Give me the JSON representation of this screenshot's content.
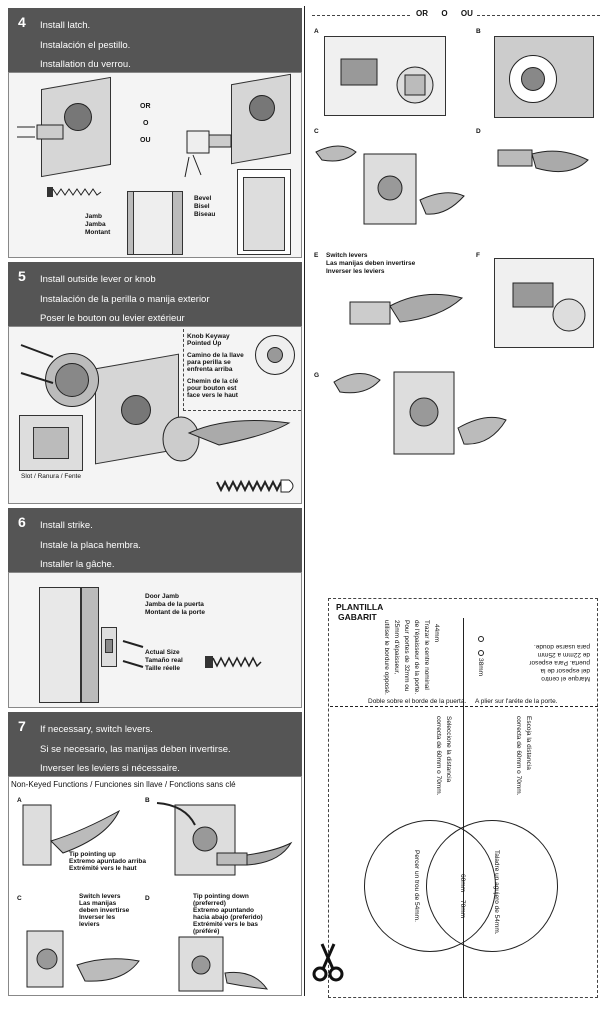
{
  "step4": {
    "number": "4",
    "line_en": "Install latch.",
    "line_es": "Instalación el pestillo.",
    "line_fr": "Installation du verrou.",
    "or_en": "OR",
    "or_es": "O",
    "or_fr": "OU",
    "bevel": [
      "Bevel",
      "Bisel",
      "Biseau"
    ],
    "jamb": [
      "Jamb",
      "Jamba",
      "Montant"
    ]
  },
  "step5": {
    "number": "5",
    "line_en": "Install outside lever or knob",
    "line_es": "Instalación de la perilla o manija exterior",
    "line_fr": "Poser le bouton ou levier extérieur",
    "keyway": [
      "Knob Keyway",
      "Pointed Up"
    ],
    "camino": [
      "Camino de la llave",
      "para perilla se",
      "enfrenta arriba"
    ],
    "chemin": [
      "Chemin de la clé",
      "pour bouton est",
      "face vers le haut"
    ],
    "slot": "Slot / Ranura / Fente"
  },
  "step6": {
    "number": "6",
    "line_en": "Install strike.",
    "line_es": "Instale la placa hembra.",
    "line_fr": "Installer la gâche.",
    "door_jamb": [
      "Door Jamb",
      "Jamba de la puerta",
      "Montant de la porte"
    ],
    "actual_size": [
      "Actual Size",
      "Tamaño real",
      "Taille réelle"
    ]
  },
  "step7": {
    "number": "7",
    "line_en": "If necessary, switch levers.",
    "line_es": "Si se necesario, las manijas deben invertirse.",
    "line_fr": "Inverser les leviers si nécessaire.",
    "nonkeyed": "Non-Keyed Functions / Funciones sin llave / Fonctions sans clé",
    "tip_up": [
      "Tip pointing up",
      "Extremo apuntado arriba",
      "Extrémité vers le haut"
    ],
    "switch_levers": [
      "Switch levers",
      "Las manijas",
      "deben invertirse",
      "Inverser les",
      "leviers"
    ],
    "tip_down": [
      "Tip pointing down",
      "(preferred)",
      "Extremo apuntando",
      "hacia abajo (preferido)",
      "Extrémité vers le bas",
      "(préféré)"
    ],
    "labels": [
      "A",
      "B",
      "C",
      "D"
    ]
  },
  "right": {
    "or_header": "OR      O      OU",
    "labels": [
      "A",
      "B",
      "C",
      "D",
      "E",
      "F",
      "G"
    ],
    "switch_levers_e": [
      "Switch levers",
      "Las manijas deben invertirse",
      "Inverser les leviers"
    ]
  },
  "template": {
    "title_es": "PLANTILLA",
    "title_fr": "GABARIT",
    "fold_line": "Doble sobre el borde de la puerta.     A plier sur l'aréte de la porte.",
    "dim_44": "44mm",
    "dim_38": "38mm",
    "dim_60": "60mm",
    "dim_70": "70mm",
    "text_block_1": [
      "Marque el centro",
      "del espesor de la",
      "puerta. Para espesor",
      "de 22mm a 25mm",
      "para usarse doude."
    ],
    "text_block_2": [
      "Trazar le centre nominal",
      "de l'épaisseur de la porte.",
      "Pour portes de 32mm ou",
      "25mm d'épaisseur,",
      "utiliser le bordure opposé."
    ],
    "text_block_3": [
      "Seleccione la distancia",
      "correcta de 60mm o 70mm."
    ],
    "text_block_4": [
      "Escoja la distancia",
      "correcta de 60mm o 70mm."
    ],
    "text_block_5": [
      "Taladre un agujero de 54mm."
    ],
    "text_block_6": [
      "Percer un trou de 54mm."
    ]
  },
  "icons": {
    "scissors": "scissors-icon"
  }
}
